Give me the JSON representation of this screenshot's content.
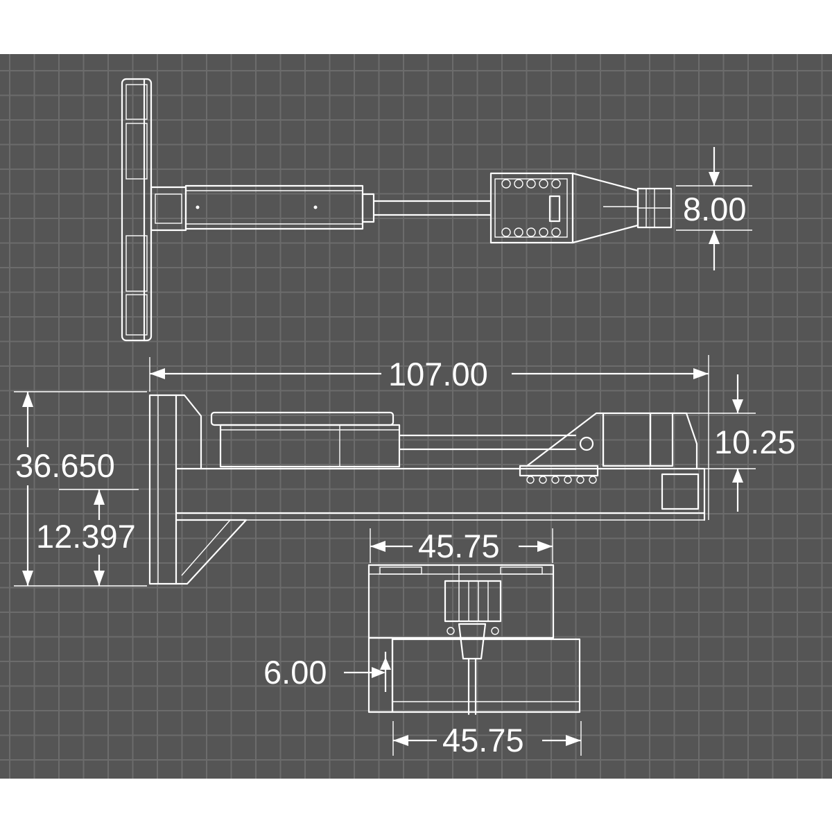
{
  "drawing": {
    "background_color": "#555555",
    "grid_color": "#6c6c6c",
    "line_color": "#ffffff"
  },
  "dimensions": {
    "top_height": "8.00",
    "overall_length": "107.00",
    "overall_height": "36.650",
    "lower_height": "12.397",
    "frame_height": "10.25",
    "top_width": "45.75",
    "bottom_width": "45.75",
    "offset": "6.00"
  }
}
